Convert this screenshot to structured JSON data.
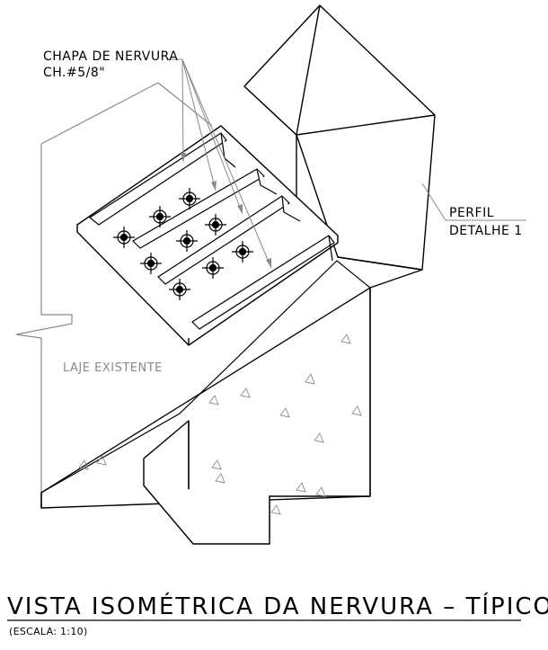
{
  "labels": {
    "chapa_title": "CHAPA DE NERVURA",
    "chapa_spec": "CH.#5/8\"",
    "perfil": "PERFIL",
    "detalhe": "DETALHE 1",
    "laje": "LAJE EXISTENTE"
  },
  "title": "VISTA ISOMÉTRICA DA NERVURA – TÍPICO",
  "scale": "(ESCALA: 1:10)",
  "colors": {
    "line": "#000000",
    "hidden_line": "#8a8a8a",
    "anchor_fill": "#000000"
  }
}
